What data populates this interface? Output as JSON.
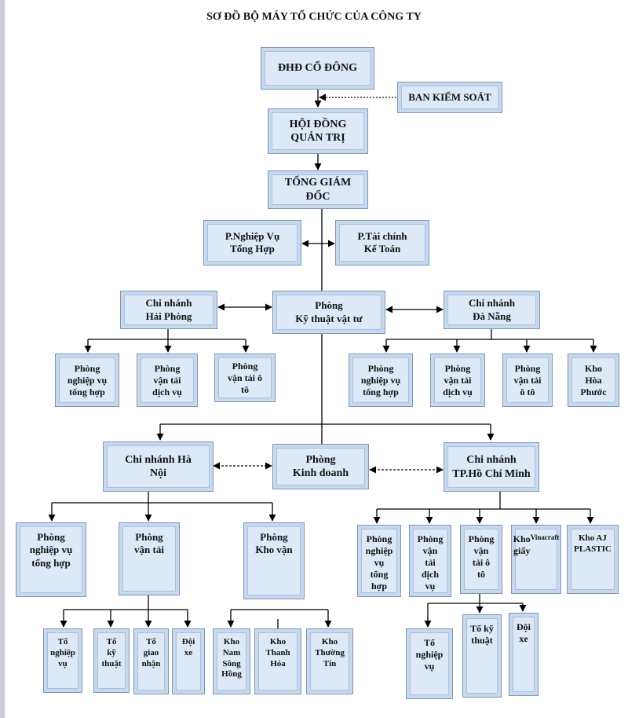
{
  "title": "SƠ ĐỒ BỘ MÁY TỔ CHỨC CỦA CÔNG TY",
  "nodes": {
    "dhd": "ĐHĐ CỔ ĐÔNG",
    "bks": "BAN KIỂM SOÁT",
    "hdqt": "HỘI ĐỒNG\nQUẢN TRỊ",
    "tgd": "TỔNG GIÁM\nĐỐC",
    "pnv": "P.Nghiệp Vụ\nTổng Hợp",
    "ptc": "P.Tài chính\nKế Toán",
    "cnhp": "Chi nhánh\nHải Phòng",
    "pktvt": "Phòng\nKỹ thuật vật tư",
    "cndn": "Chi nhánh\nĐà Nẵng",
    "hp1": "Phòng\nnghiệp vụ\ntổng hợp",
    "hp2": "Phòng\nvận tải\ndịch vụ",
    "hp3": "Phòng\nvận tải ô\ntô",
    "dn1": "Phòng\nnghiệp vụ\ntổng hợp",
    "dn2": "Phòng\nvận tải\ndịch vụ",
    "dn3": "Phòng\nvận tải\nô tô",
    "dn4": "Kho\nHòa\nPhước",
    "cnhn": "Chi nhánh Hà\nNội",
    "pkd": "Phòng\nKinh doanh",
    "cnhcm": "Chi nhánh\nTP.Hồ Chí Minh",
    "hn1": "Phòng\nnghiệp vụ\ntổng hợp",
    "hn2": "Phòng\nvận tải",
    "hn3": "Phòng\nKho vận",
    "hn2a": "Tổ\nnghiệp\nvụ",
    "hn2b": "Tổ\nkỹ\nthuật",
    "hn2c": "Tổ\ngiao\nnhận",
    "hn2d": "Đội\nxe",
    "hn3a": "Kho\nNam\nSông\nHồng",
    "hn3b": "Kho\nThanh\nHóa",
    "hn3c": "Kho\nThường\nTín",
    "hcm1": "Phòng\nnghiệp\nvụ\ntổng\nhợp",
    "hcm2": "Phòng\nvận\ntải\ndịch\nvụ",
    "hcm3": "Phòng\nvận\ntải ô\ntô",
    "hcm4_main": "Kho\ngiấy",
    "hcm4_sub": "Vinacraft",
    "hcm5": "Kho AJ\nPLASTIC",
    "hcm3a": "Tổ\nnghiệp\nvụ",
    "hcm3b": "Tổ kỹ\nthuật",
    "hcm3c": "Đội\nxe"
  },
  "colors": {
    "box_fill": "#dde9f7",
    "box_border": "#7f95b4",
    "line": "#000000"
  }
}
